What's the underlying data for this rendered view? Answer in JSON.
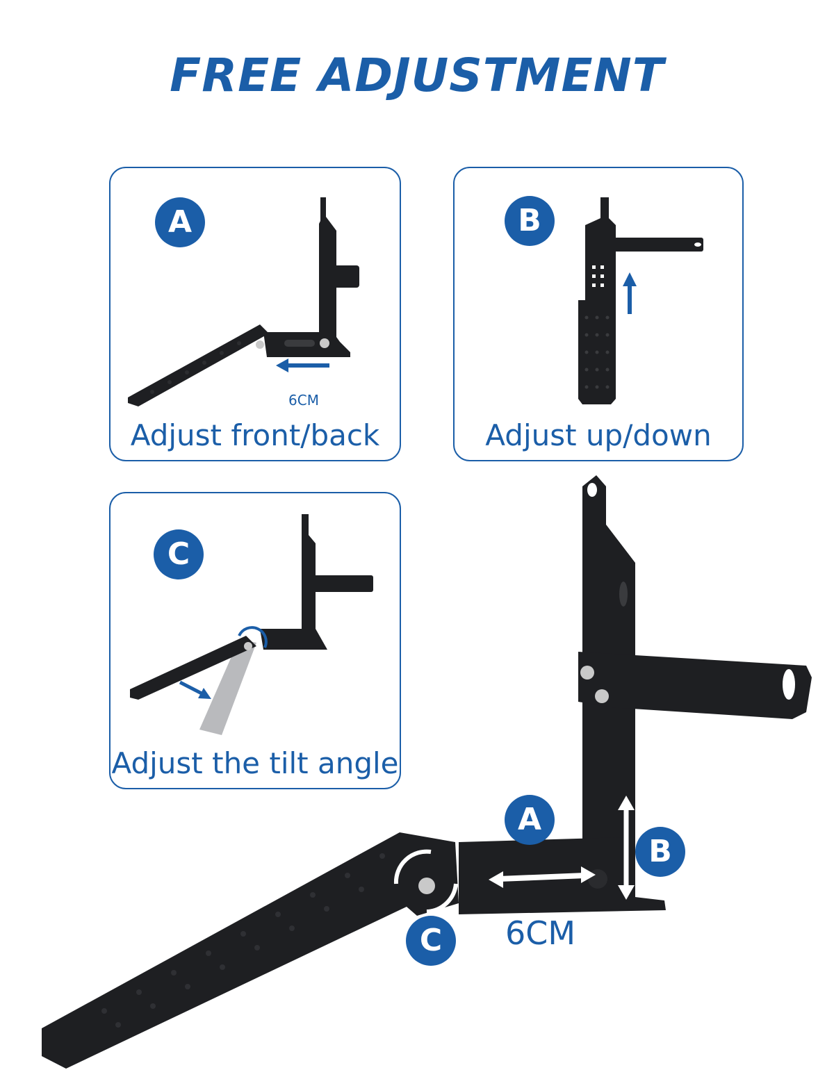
{
  "title": "FREE ADJUSTMENT",
  "panels": [
    {
      "badge": "A",
      "label": "Adjust front/back",
      "measure": "6CM",
      "icon": "horizontal-slide-arrow"
    },
    {
      "badge": "B",
      "label": "Adjust up/down",
      "icon": "vertical-slide-arrow"
    },
    {
      "badge": "C",
      "label": "Adjust the tilt angle",
      "icon": "tilt-arrow"
    }
  ],
  "main_figure": {
    "badges": [
      "A",
      "B",
      "C"
    ],
    "measure": "6CM"
  },
  "colors": {
    "accent": "#1b5ea8",
    "metal": "#1e1f22",
    "ghost": "#b9babd"
  }
}
